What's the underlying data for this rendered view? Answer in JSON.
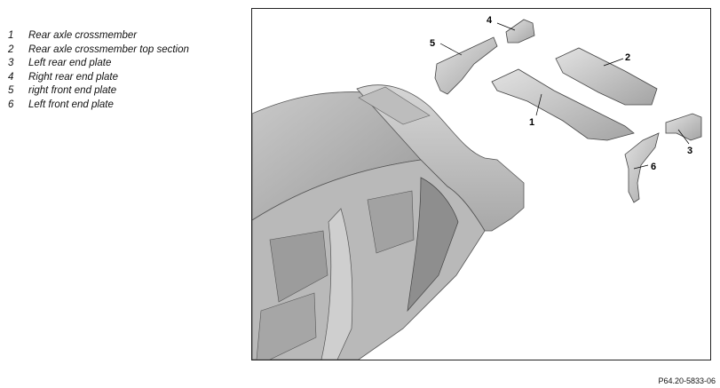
{
  "legend": [
    {
      "num": "1",
      "label": "Rear axle crossmember"
    },
    {
      "num": "2",
      "label": "Rear axle crossmember top section"
    },
    {
      "num": "3",
      "label": "Left rear end plate"
    },
    {
      "num": "4",
      "label": "Right rear end plate"
    },
    {
      "num": "5",
      "label": "right front end plate"
    },
    {
      "num": "6",
      "label": "Left front end plate"
    }
  ],
  "callouts": {
    "c1": "1",
    "c2": "2",
    "c3": "3",
    "c4": "4",
    "c5": "5",
    "c6": "6"
  },
  "reference_code": "P64.20-5833-06"
}
